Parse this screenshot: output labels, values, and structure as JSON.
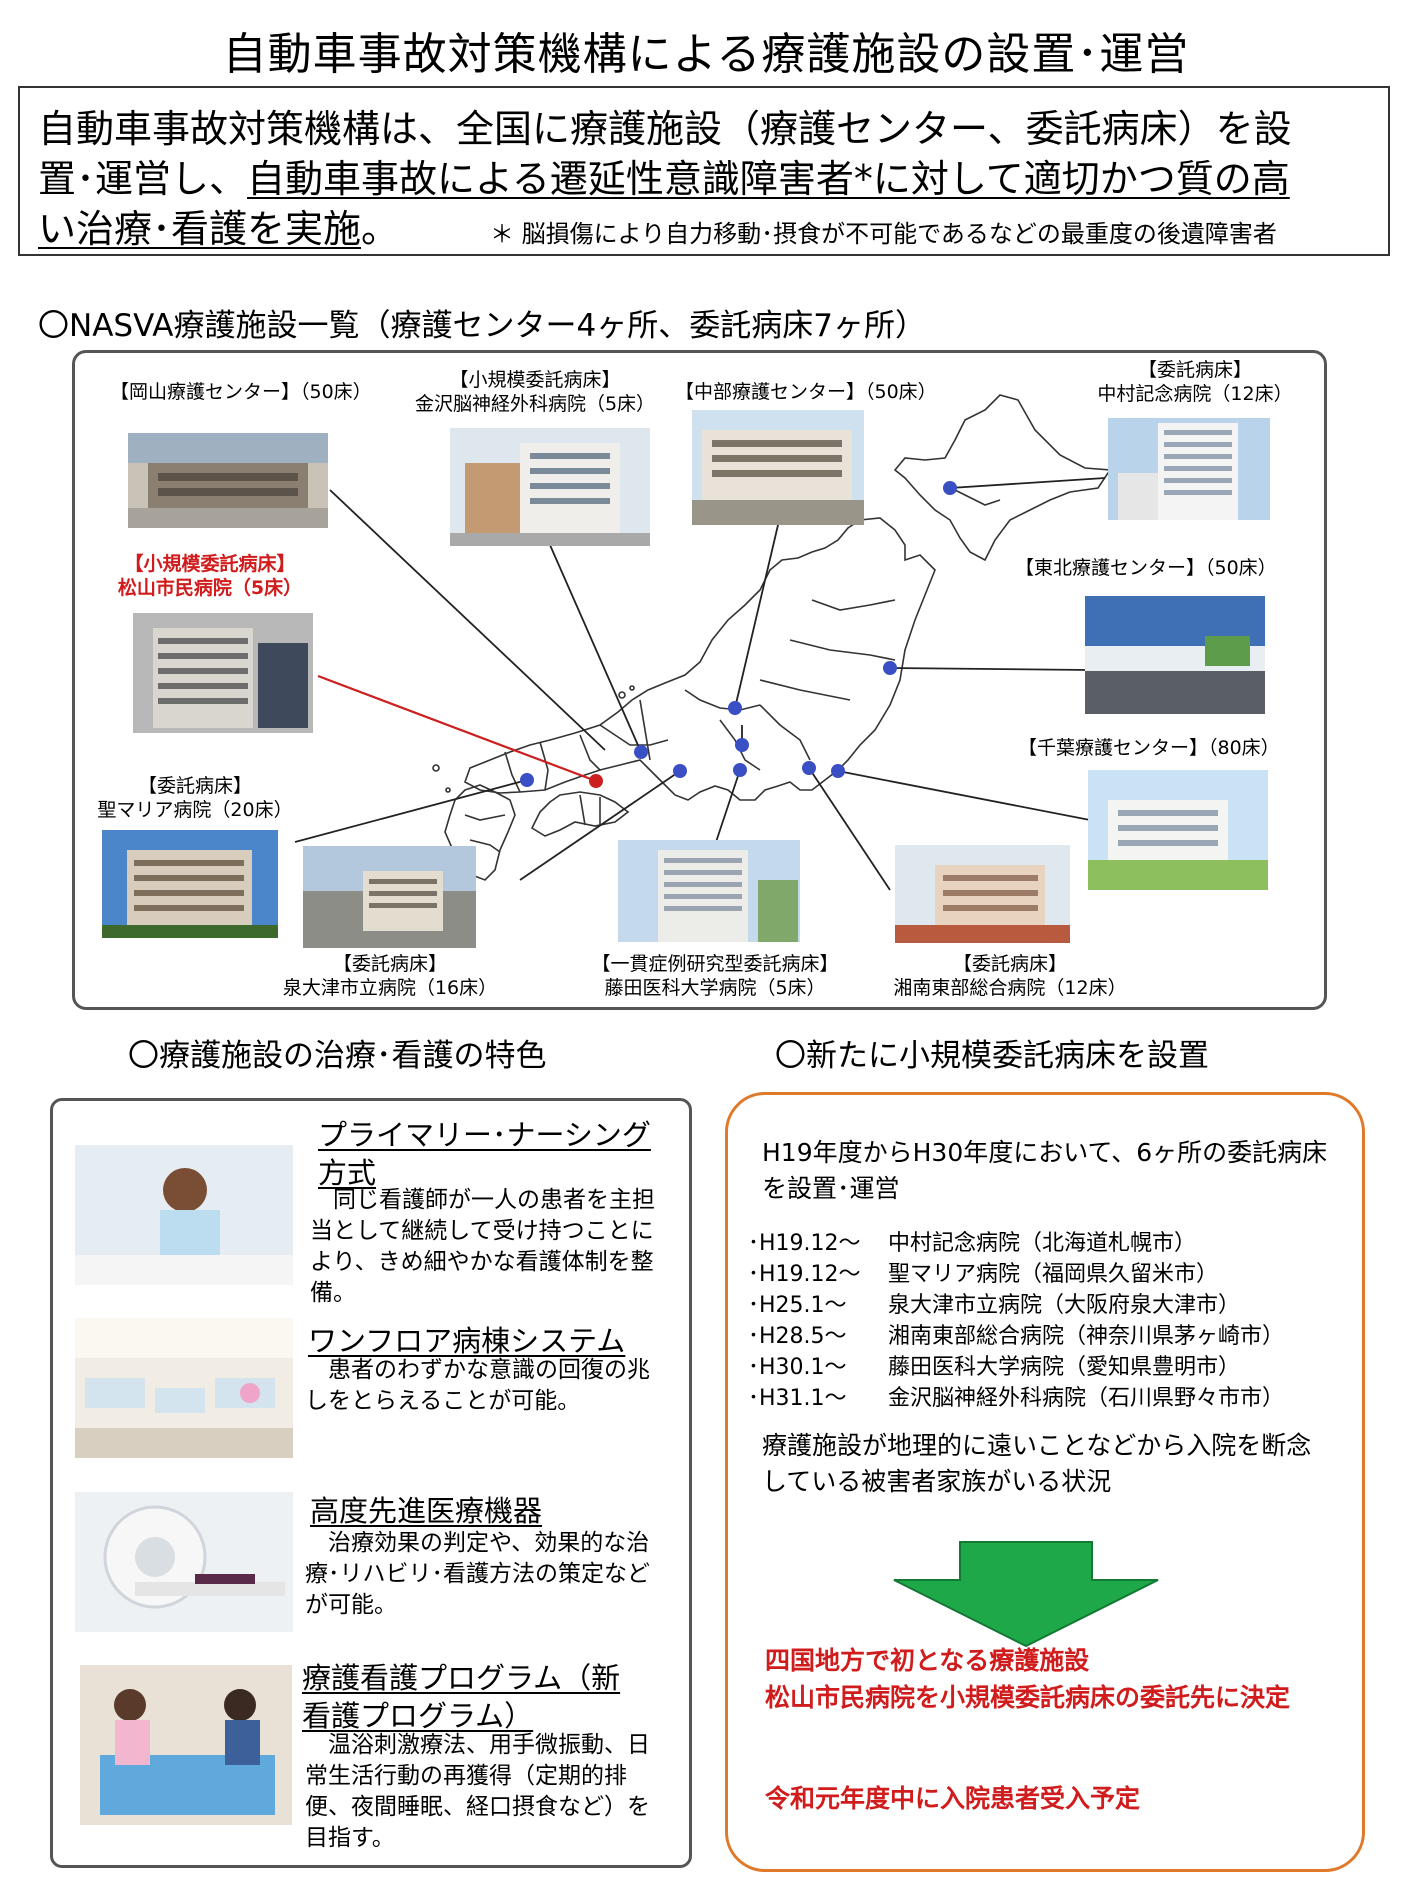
{
  "title": "自動車事故対策機構による療護施設の設置･運営",
  "summary": {
    "line1": "自動車事故対策機構は、全国に療護施設（療護センター、委託病床）を設",
    "line2_plain": "置･運営し、",
    "line2_underlined": "自動車事故による遷延性意識障害者*に対して適切かつ質の高",
    "line3_underlined": "い治療･看護を実施",
    "line3_end": "。",
    "note": "＊ 脳損傷により自力移動･摂食が不可能であるなどの最重度の後遺障害者"
  },
  "map_section": {
    "title": "〇NASVA療護施設一覧（療護センター4ヶ所、委託病床7ヶ所）",
    "facilities": {
      "okayama": {
        "l1": "【岡山療護センター】（50床）"
      },
      "kanazawa": {
        "l1": "【小規模委託病床】",
        "l2": "金沢脳神経外科病院（5床）"
      },
      "chubu": {
        "l1": "【中部療護センター】（50床）"
      },
      "nakamura": {
        "l1": "【委託病床】",
        "l2": "中村記念病院（12床）"
      },
      "matsuyama": {
        "l1": "【小規模委託病床】",
        "l2": "松山市民病院（5床）"
      },
      "tohoku": {
        "l1": "【東北療護センター】（50床）"
      },
      "chiba": {
        "l1": "【千葉療護センター】（80床）"
      },
      "seimaria": {
        "l1": "【委託病床】",
        "l2": "聖マリア病院（20床）"
      },
      "izumiotsu": {
        "l1": "【委託病床】",
        "l2": "泉大津市立病院（16床）"
      },
      "fujita": {
        "l1": "【一貫症例研究型委託病床】",
        "l2": "藤田医科大学病院（5床）"
      },
      "shonan": {
        "l1": "【委託病床】",
        "l2": "湘南東部総合病院（12床）"
      }
    },
    "colors": {
      "marker": "#3b4fc4",
      "matsuyama_line": "#cc1f1f"
    }
  },
  "features": {
    "title": "〇療護施設の治療･看護の特色",
    "items": [
      {
        "heading_1": "プライマリー･ナーシング",
        "heading_2": "方式",
        "text": "　同じ看護師が一人の患者を主担当として継続して受け持つことにより、きめ細やかな看護体制を整備。"
      },
      {
        "heading_1": "ワンフロア病棟システム",
        "heading_2": "",
        "text": "　患者のわずかな意識の回復の兆しをとらえることが可能。"
      },
      {
        "heading_1": "高度先進医療機器",
        "heading_2": "",
        "text": "　治療効果の判定や、効果的な治療･リハビリ･看護方法の策定などが可能。"
      },
      {
        "heading_1": "療護看護プログラム（新",
        "heading_2": "看護プログラム）",
        "text": "　温浴刺激療法、用手微振動、日常生活行動の再獲得（定期的排便、夜間睡眠、経口摂食など）を目指す。"
      }
    ]
  },
  "new_beds": {
    "title": "〇新たに小規模委託病床を設置",
    "intro": "H19年度からH30年度において、6ヶ所の委託病床を設置･運営",
    "list": [
      {
        "date": "･H19.12～",
        "name": "中村記念病院（北海道札幌市）"
      },
      {
        "date": "･H19.12～",
        "name": "聖マリア病院（福岡県久留米市）"
      },
      {
        "date": "･H25.1～",
        "name": "泉大津市立病院（大阪府泉大津市）"
      },
      {
        "date": "･H28.5～",
        "name": "湘南東部総合病院（神奈川県茅ヶ崎市）"
      },
      {
        "date": "･H30.1～",
        "name": "藤田医科大学病院（愛知県豊明市）"
      },
      {
        "date": "･H31.1～",
        "name": "金沢脳神経外科病院（石川県野々市市）"
      }
    ],
    "situation": "療護施設が地理的に遠いことなどから入院を断念している被害者家族がいる状況",
    "decision_1": "四国地方で初となる療護施設",
    "decision_2": "松山市民病院を小規模委託病床の委託先に決定",
    "plan": "令和元年度中に入院患者受入予定",
    "colors": {
      "arrow_fill": "#1ea84a",
      "border": "#e07a2a",
      "emphasis": "#d01c1c"
    }
  }
}
